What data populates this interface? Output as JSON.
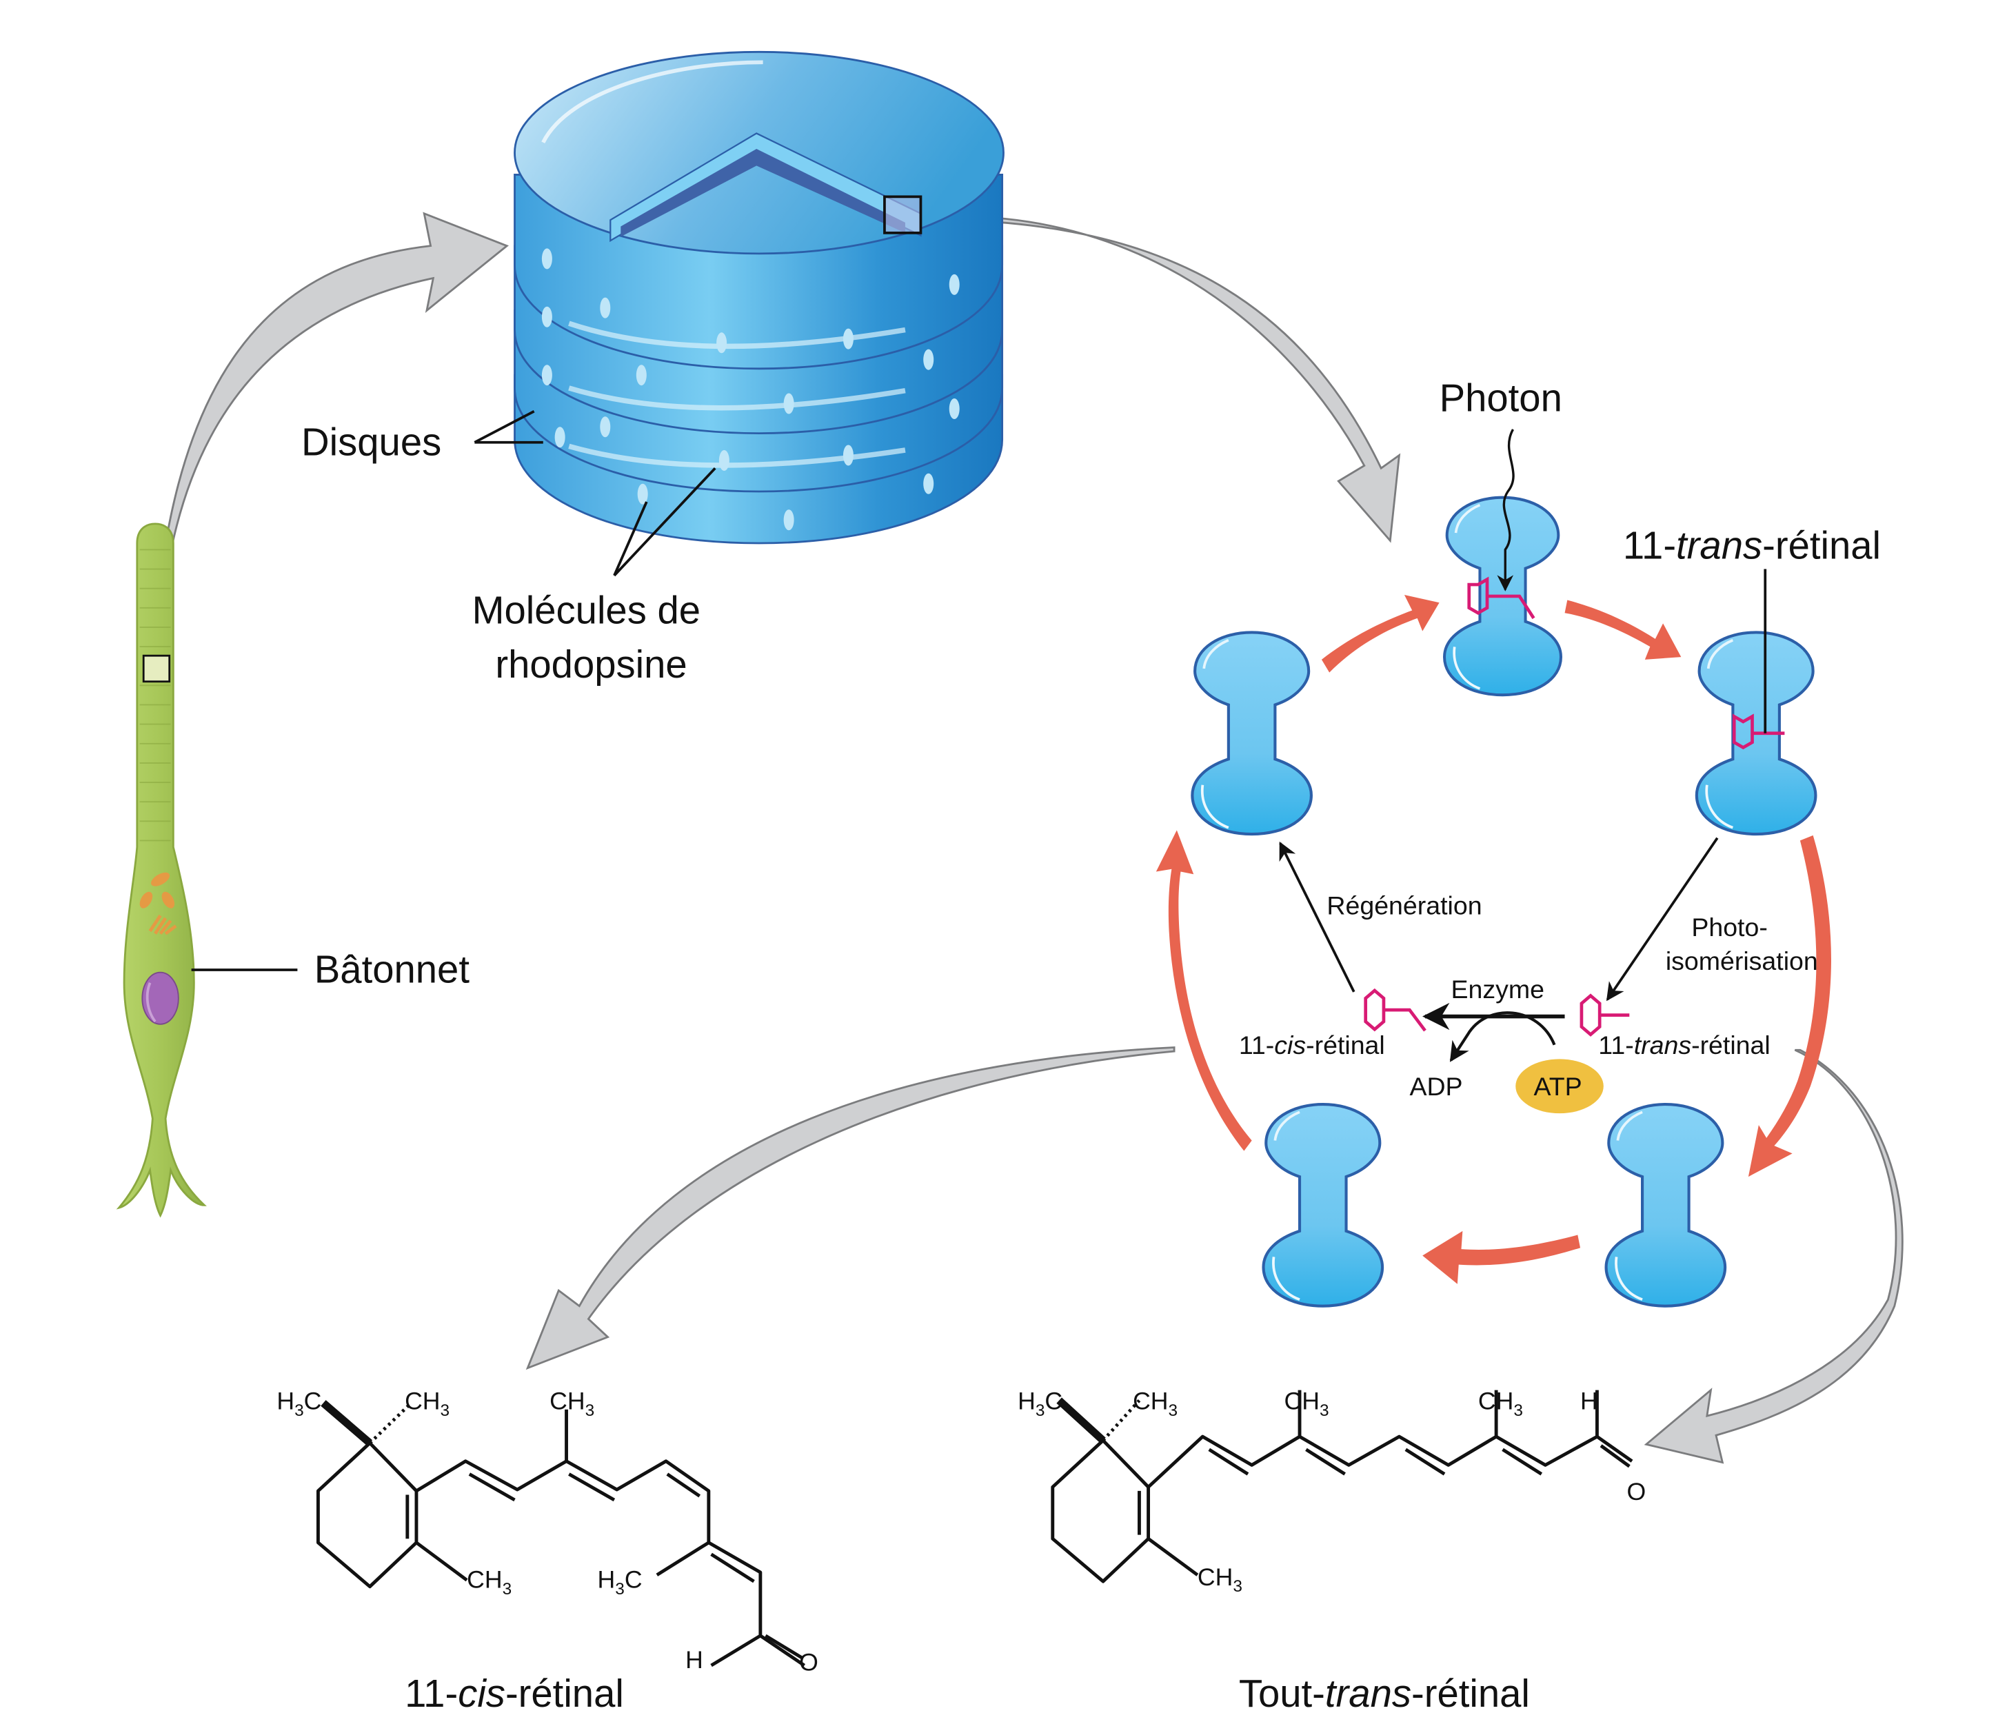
{
  "labels": {
    "disques": "Disques",
    "molecules_line1": "Molécules de",
    "molecules_line2": "rhodopsine",
    "batonnet": "Bâtonnet",
    "photon": "Photon",
    "trans_top": {
      "prefix": "11-",
      "italic": "trans",
      "suffix": "-rétinal"
    },
    "regeneration": "Régénération",
    "photo_line1": "Photo-",
    "photo_line2": "isomérisation",
    "enzyme": "Enzyme",
    "cis_cycle": {
      "prefix": "11-",
      "italic": "cis",
      "suffix": "-rétinal"
    },
    "trans_cycle": {
      "prefix": "11-",
      "italic": "trans",
      "suffix": "-rétinal"
    },
    "adp": "ADP",
    "atp": "ATP",
    "cis_caption": {
      "prefix": "11-",
      "italic": "cis",
      "suffix": "-rétinal"
    },
    "trans_caption": {
      "prefix": "Tout-",
      "italic": "trans",
      "suffix": "-rétinal"
    }
  },
  "chem": {
    "h3c": "H",
    "sub3": "3",
    "c": "C",
    "ch": "CH",
    "h": "H",
    "o": "O"
  },
  "colors": {
    "disk_blue": "#3aa3dc",
    "disk_light": "#8fd3f5",
    "disk_dark": "#2b5ea8",
    "rhodopsin_fill": "#6cc6f0",
    "rhodopsin_stroke": "#2c5fa8",
    "cycle_arrow": "#e8644f",
    "retinal_magenta": "#d81b74",
    "gray_arrow": "#cfd0d2",
    "gray_arrow_stroke": "#7b7c7e",
    "rod_green": "#a9c85a",
    "nucleus_purple": "#a367b8",
    "atp_gold": "#f0c040",
    "mito_orange": "#e59a44"
  }
}
